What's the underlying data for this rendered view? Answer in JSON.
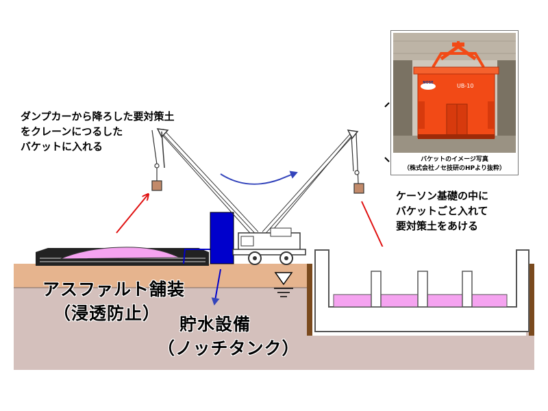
{
  "notes": {
    "left_instruction": [
      "ダンプカーから降ろした要対策土",
      "をクレーンにつるした",
      "バケットに入れる"
    ],
    "right_instruction": [
      "ケーソン基礎の中に",
      "バケットごと入れて",
      "要対策土をあける"
    ]
  },
  "labels": {
    "asphalt_line1": "アスファルト舗装",
    "asphalt_line2": "（浸透防止）",
    "water_line1": "貯水設備",
    "water_line2": "（ノッチタンク）"
  },
  "photo": {
    "caption_line1": "バケットのイメージ写真",
    "caption_line2": "（株式会社ノセ技研のHPより抜粋）",
    "bucket_brand": "NOSE",
    "bucket_model": "UB-10"
  },
  "colors": {
    "soil": "#f5a3f0",
    "ground_upper": "#e6b48e",
    "ground_lower": "#d4c0bc",
    "tank": "#0000cc",
    "bucket_orange": "#f24a16",
    "arrow_red": "#e01010",
    "arrow_blue": "#3344bb"
  }
}
